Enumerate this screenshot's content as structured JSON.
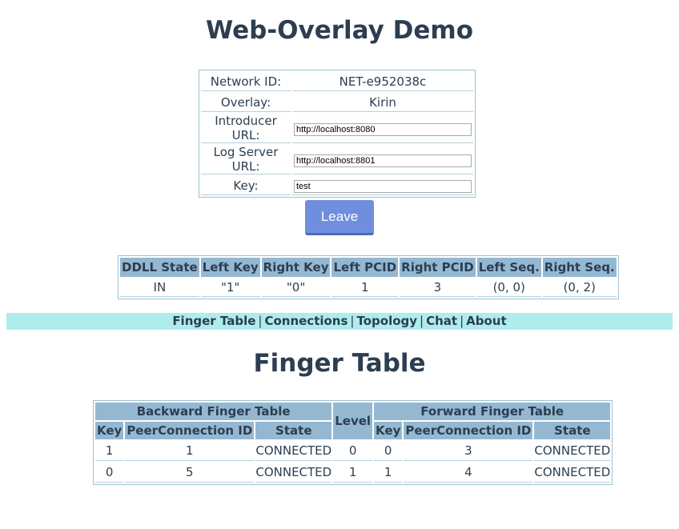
{
  "title": "Web-Overlay Demo",
  "config": {
    "network_id_label": "Network ID:",
    "network_id_value": "NET-e952038c",
    "overlay_label": "Overlay:",
    "overlay_value": "Kirin",
    "introducer_label": "Introducer URL:",
    "introducer_value": "http://localhost:8080",
    "logserver_label": "Log Server URL:",
    "logserver_value": "http://localhost:8801",
    "key_label": "Key:",
    "key_value": "test"
  },
  "leave_button": "Leave",
  "status": {
    "headers": [
      "DDLL State",
      "Left Key",
      "Right Key",
      "Left PCID",
      "Right PCID",
      "Left Seq.",
      "Right Seq."
    ],
    "row": [
      "IN",
      "\"1\"",
      "\"0\"",
      "1",
      "3",
      "(0, 0)",
      "(0, 2)"
    ]
  },
  "nav": {
    "items": [
      "Finger Table",
      "Connections",
      "Topology",
      "Chat",
      "About"
    ],
    "separator": "|"
  },
  "section_title": "Finger Table",
  "finger_table": {
    "backward_title": "Backward Finger Table",
    "level_title": "Level",
    "forward_title": "Forward Finger Table",
    "sub_headers": [
      "Key",
      "PeerConnection ID",
      "State"
    ],
    "rows": [
      {
        "b_key": "1",
        "b_pcid": "1",
        "b_state": "CONNECTED",
        "level": "0",
        "f_key": "0",
        "f_pcid": "3",
        "f_state": "CONNECTED"
      },
      {
        "b_key": "0",
        "b_pcid": "5",
        "b_state": "CONNECTED",
        "level": "1",
        "f_key": "1",
        "f_pcid": "4",
        "f_state": "CONNECTED"
      }
    ]
  }
}
